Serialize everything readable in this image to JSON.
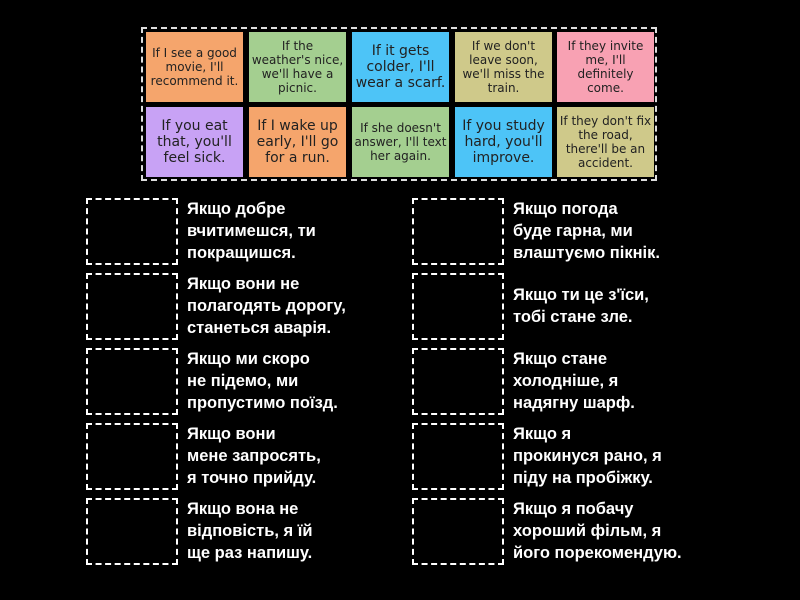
{
  "colors": {
    "orange": "#f5a56c",
    "green": "#a4cf90",
    "blue": "#4dc4f7",
    "khaki": "#cfc98a",
    "pink": "#f8a1b3",
    "purple": "#c8a2f5"
  },
  "tiles": [
    {
      "text": "If I see a good movie, I'll recommend it.",
      "color": "orange"
    },
    {
      "text": "If the weather's nice, we'll have a picnic.",
      "color": "green"
    },
    {
      "text": "If it gets colder, I'll wear a scarf.",
      "color": "blue",
      "big": true
    },
    {
      "text": "If we don't leave soon, we'll miss the train.",
      "color": "khaki"
    },
    {
      "text": "If they invite me, I'll definitely come.",
      "color": "pink"
    },
    {
      "text": "If you eat that, you'll feel sick.",
      "color": "purple",
      "big": true
    },
    {
      "text": "If I wake up early, I'll go for a run.",
      "color": "orange",
      "big": true
    },
    {
      "text": "If she doesn't answer, I'll text her again.",
      "color": "green"
    },
    {
      "text": "If you study hard, you'll improve.",
      "color": "blue",
      "big": true
    },
    {
      "text": "If they don't fix the road, there'll be an accident.",
      "color": "khaki"
    }
  ],
  "clues_left": [
    "Якщо добре\nвчитимешся, ти\nпокращишся.",
    "Якщо вони не\nполагодять дорогу,\nстанеться аварія.",
    "Якщо ми скоро\nне підемо, ми\nпропустимо поїзд.",
    "Якщо вони\nмене запросять,\nя точно прийду.",
    "Якщо вона не\nвідповість, я їй\nще раз напишу."
  ],
  "clues_right": [
    "Якщо погода\nбуде гарна, ми\nвлаштуємо пікнік.",
    "Якщо ти це з'їси,\nтобі стане зле.",
    "Якщо стане\nхолодніше, я\nнадягну шарф.",
    "Якщо я\nпрокинуся рано, я\nпіду на пробіжку.",
    "Якщо я побачу\nхороший фільм, я\nйого порекомендую."
  ]
}
